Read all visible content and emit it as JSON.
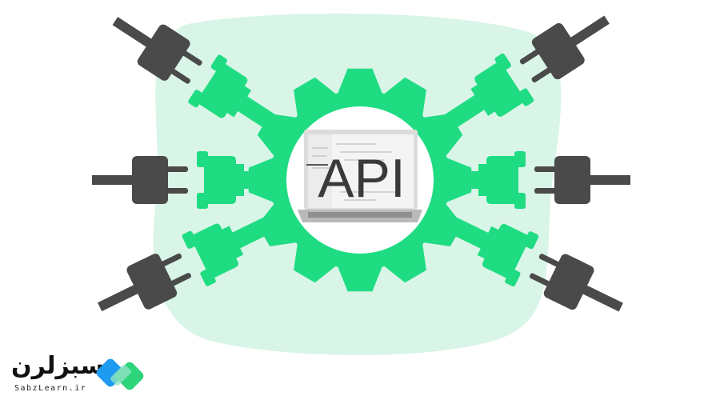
{
  "illustration": {
    "center_label": "API",
    "colors": {
      "gear": "#1fdc82",
      "plug": "#4a4a4a",
      "blob": "#d8f5e7",
      "screen": "#f2f2f2"
    },
    "arms": [
      "left",
      "upper-left",
      "lower-left",
      "right",
      "upper-right",
      "lower-right"
    ]
  },
  "logo": {
    "name_fa": "سبزلرن",
    "domain": "SabzLearn.ir",
    "colors": {
      "blue": "#1e9bf0",
      "green": "#2ed47a"
    }
  }
}
